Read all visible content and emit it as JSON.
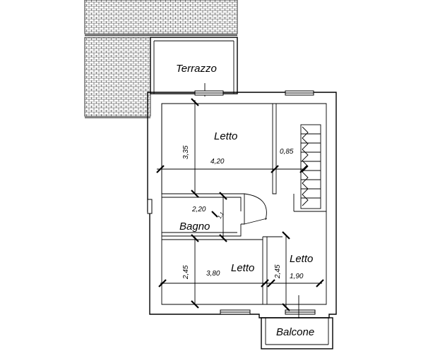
{
  "rooms": {
    "terrace": "Terrazzo",
    "bedroom_top": "Letto",
    "bathroom": "Bagno",
    "bedroom_bottom_left": "Letto",
    "bedroom_bottom_right": "Letto",
    "balcony": "Balcone"
  },
  "dimensions": {
    "top_bed_height": "3,35",
    "top_bed_width": "4,20",
    "stair_gap": "0,85",
    "bath_width": "2,20",
    "bath_small": "1,1",
    "bl_bed_height": "2,45",
    "bl_bed_width": "3,80",
    "br_bed_height": "2,45",
    "br_bed_width": "1,90"
  }
}
